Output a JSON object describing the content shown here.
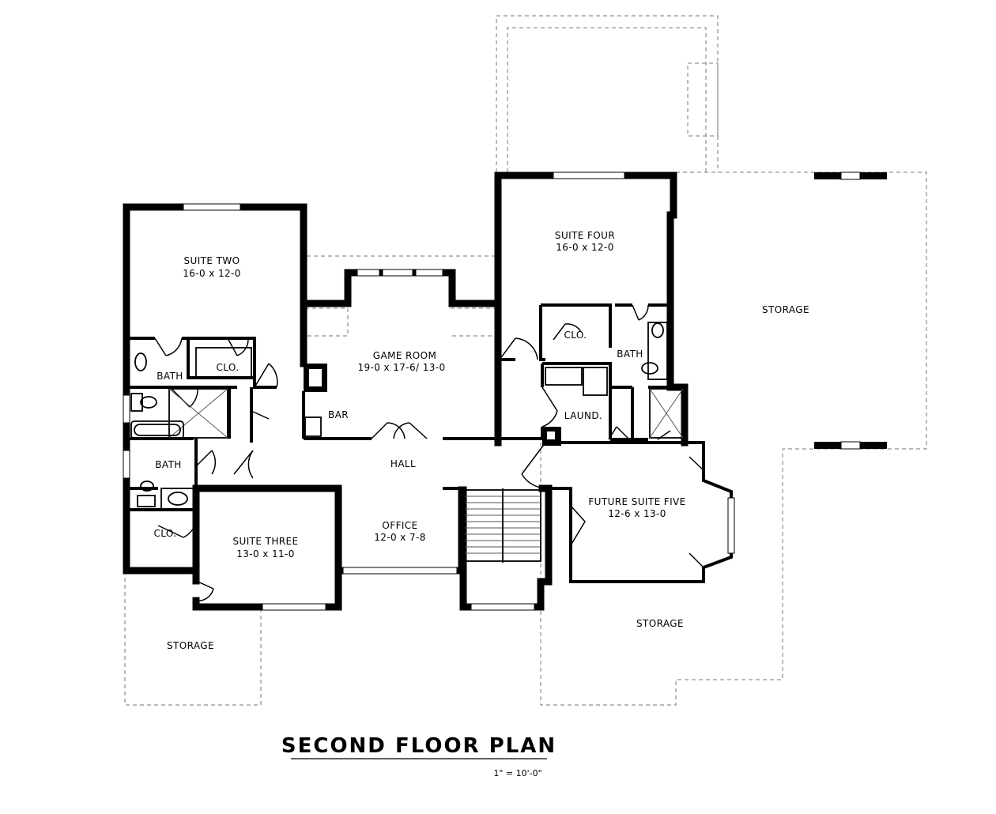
{
  "plan": {
    "title": "SECOND FLOOR PLAN",
    "scale": "1\" = 10'-0\""
  },
  "rooms": {
    "suite_two": {
      "name": "SUITE TWO",
      "dims": "16-0 x 12-0"
    },
    "game_room": {
      "name": "GAME ROOM",
      "dims": "19-0 x 17-6/ 13-0"
    },
    "suite_four": {
      "name": "SUITE FOUR",
      "dims": "16-0 x 12-0"
    },
    "suite_three": {
      "name": "SUITE THREE",
      "dims": "13-0 x 11-0"
    },
    "office": {
      "name": "OFFICE",
      "dims": "12-0 x 7-8"
    },
    "future_suite_five": {
      "name": "FUTURE SUITE FIVE",
      "dims": "12-6 x 13-0"
    },
    "hall": {
      "name": "HALL"
    },
    "bar": {
      "name": "BAR"
    },
    "laundry": {
      "name": "LAUND."
    },
    "bath_suite_two": {
      "name": "BATH"
    },
    "bath_suite_three": {
      "name": "BATH"
    },
    "bath_suite_four": {
      "name": "BATH"
    },
    "closet_suite_two": {
      "name": "CLO."
    },
    "closet_suite_three": {
      "name": "CLO."
    },
    "closet_suite_four": {
      "name": "CLO."
    },
    "storage_right": {
      "name": "STORAGE"
    },
    "storage_bottom_left": {
      "name": "STORAGE"
    },
    "storage_bottom_right": {
      "name": "STORAGE"
    }
  }
}
